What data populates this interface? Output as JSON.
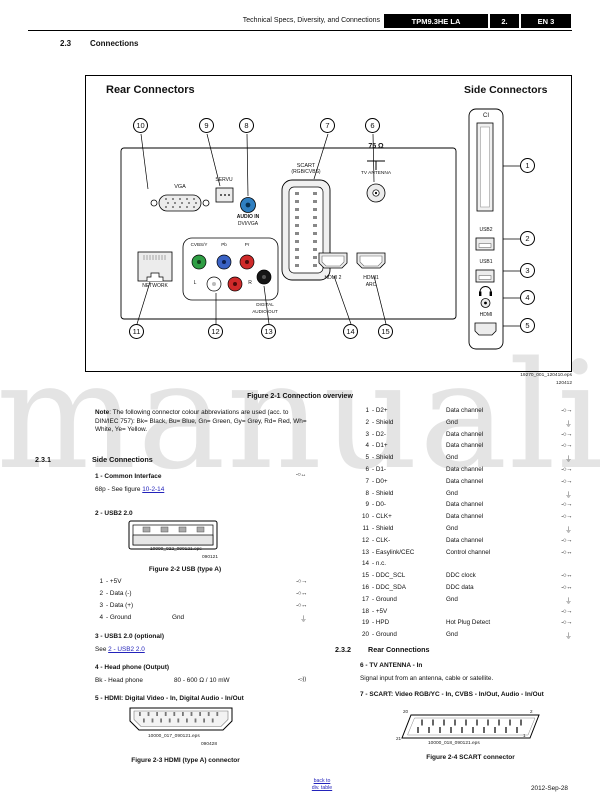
{
  "header": {
    "title": "Technical Specs, Diversity, and Connections",
    "model": "TPM9.3HE LA",
    "chapter": "2.",
    "lang": "EN 3"
  },
  "section": {
    "number": "2.3",
    "title": "Connections"
  },
  "colors": {
    "link": "#2323bb",
    "audio_in_blue": "#2f7fc1",
    "component_green": "#2f9e44",
    "component_blue": "#3a62c4",
    "component_red": "#cf2a2a"
  },
  "watermark": "manuali",
  "figure1": {
    "rear_title": "Rear Connectors",
    "side_title": "Side Connectors",
    "top_callouts": [
      "10",
      "9",
      "8",
      "7",
      "6"
    ],
    "bottom_callouts": [
      "11",
      "12",
      "13",
      "14",
      "15"
    ],
    "side_callouts": [
      "1",
      "2",
      "3",
      "4",
      "5"
    ],
    "labels": {
      "vga": "VGA",
      "servu": "SERVU",
      "audio_in_1": "AUDIO IN",
      "audio_in_2": "DVI/VGA",
      "scart_1": "SCART",
      "scart_2": "(RGB/CVBS)",
      "ohm": "75 Ω",
      "tv_antenna": "TV ANTENNA",
      "network": "NETWORK",
      "cvbs": "CVBS/Y",
      "pb": "Pb",
      "pr": "Pr",
      "left": "L",
      "right": "R",
      "digital_1": "DIGITAL",
      "digital_2": "AUDIO OUT",
      "hdmi2": "HDMI 2",
      "hdmi1": "HDMI1",
      "arc": "ARC",
      "ci": "CI",
      "usb2": "USB2",
      "usb1": "USB1",
      "hdmi_side": "HDMI"
    },
    "eps": "19270_001_120410.eps",
    "eps_rev": "120412",
    "caption": "Figure 2-1 Connection overview"
  },
  "note": {
    "label": "Note",
    "body": ": The following connector colour abbreviations are used (acc. to DIN/IEC 757): Bk= Black, Bu= Blue, Gn= Green, Gy= Grey, Rd= Red, Wh= White, Ye= Yellow."
  },
  "side_section": {
    "number": "2.3.1",
    "title": "Side Connections",
    "item1_title": "1 - Common Interface",
    "item1_icon": "bi",
    "item1_pre": "68p - See figure ",
    "item1_link": "10-2-14",
    "item2_title": "2 - USB2 2.0",
    "fig22": {
      "eps": "10000_022_090121.eps",
      "rev": "090121",
      "caption": "Figure 2-2 USB (type A)"
    },
    "usb_pins": [
      {
        "pin": "1",
        "signal": "- +5V",
        "desc": "",
        "icon": "io"
      },
      {
        "pin": "2",
        "signal": "- Data (-)",
        "desc": "",
        "icon": "bi"
      },
      {
        "pin": "3",
        "signal": "- Data (+)",
        "desc": "",
        "icon": "bi"
      },
      {
        "pin": "4",
        "signal": "- Ground",
        "desc": "Gnd",
        "icon": "gnd"
      }
    ],
    "item3_title": "3 - USB1 2.0 (optional)",
    "item3_pre": "See ",
    "item3_link": "2 - USB2 2.0",
    "item4_title": "4 - Head phone (Output)",
    "item4_left": "Bk - Head phone",
    "item4_right": "80 - 600 Ω / 10 mW",
    "item4_icon": "phones",
    "item5_title": "5 - HDMI: Digital Video - In, Digital Audio - In/Out",
    "fig23": {
      "eps": "10000_017_090121.eps",
      "rev": "090428",
      "caption": "Figure 2-3 HDMI (type A) connector"
    }
  },
  "hdmi_pins": [
    {
      "pin": "1",
      "signal": "- D2+",
      "desc": "Data channel",
      "icon": "io"
    },
    {
      "pin": "2",
      "signal": "- Shield",
      "desc": "Gnd",
      "icon": "gnd"
    },
    {
      "pin": "3",
      "signal": "- D2-",
      "desc": "Data channel",
      "icon": "io"
    },
    {
      "pin": "4",
      "signal": "- D1+",
      "desc": "Data channel",
      "icon": "io"
    },
    {
      "pin": "5",
      "signal": "- Shield",
      "desc": "Gnd",
      "icon": "gnd"
    },
    {
      "pin": "6",
      "signal": "- D1-",
      "desc": "Data channel",
      "icon": "io"
    },
    {
      "pin": "7",
      "signal": "- D0+",
      "desc": "Data channel",
      "icon": "io"
    },
    {
      "pin": "8",
      "signal": "- Shield",
      "desc": "Gnd",
      "icon": "gnd"
    },
    {
      "pin": "9",
      "signal": "- D0-",
      "desc": "Data channel",
      "icon": "io"
    },
    {
      "pin": "10",
      "signal": "- CLK+",
      "desc": "Data channel",
      "icon": "io"
    },
    {
      "pin": "11",
      "signal": "- Shield",
      "desc": "Gnd",
      "icon": "gnd"
    },
    {
      "pin": "12",
      "signal": "- CLK-",
      "desc": "Data channel",
      "icon": "io"
    },
    {
      "pin": "13",
      "signal": "- Easylink/CEC",
      "desc": "Control channel",
      "icon": "bi"
    },
    {
      "pin": "14",
      "signal": "- n.c.",
      "desc": "",
      "icon": "none"
    },
    {
      "pin": "15",
      "signal": "- DDC_SCL",
      "desc": "DDC clock",
      "icon": "bi"
    },
    {
      "pin": "16",
      "signal": "- DDC_SDA",
      "desc": "DDC data",
      "icon": "bi"
    },
    {
      "pin": "17",
      "signal": "- Ground",
      "desc": "Gnd",
      "icon": "gnd"
    },
    {
      "pin": "18",
      "signal": "- +5V",
      "desc": "",
      "icon": "io"
    },
    {
      "pin": "19",
      "signal": "- HPD",
      "desc": "Hot Plug Detect",
      "icon": "io"
    },
    {
      "pin": "20",
      "signal": "- Ground",
      "desc": "Gnd",
      "icon": "gnd"
    }
  ],
  "rear_section": {
    "number": "2.3.2",
    "title": "Rear Connections",
    "item6_title": "6 - TV ANTENNA - In",
    "item6_body": "Signal input from an antenna, cable or satellite.",
    "item7_title": "7 - SCART: Video RGB/YC - In, CVBS - In/Out, Audio - In/Out",
    "fig24": {
      "pin_tl": "20",
      "pin_tr": "2",
      "pin_bl": "21",
      "pin_br": "1",
      "eps": "10000_018_090121.eps",
      "caption": "Figure 2-4 SCART connector"
    }
  },
  "footer": {
    "back1": "back to",
    "back2": "div. table",
    "date": "2012-Sep-28"
  },
  "icon_glyphs": {
    "io": "-○→",
    "bi": "-○↔",
    "gnd": "⏚",
    "phones": "-○⟩⟩",
    "none": ""
  }
}
